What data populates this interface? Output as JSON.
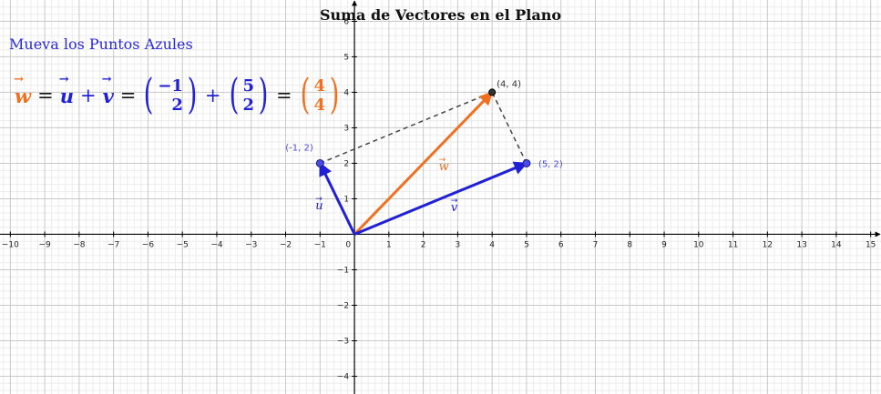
{
  "header": {
    "title": "Suma de Vectores en el Plano",
    "subtitle": "Mueva los Puntos Azules"
  },
  "formula": {
    "w_label": "w",
    "equals_1": "=",
    "u_label": "u",
    "plus_1": "+",
    "v_label": "v",
    "equals_2": "=",
    "u_components": [
      "−1",
      "2"
    ],
    "plus_2": "+",
    "v_components": [
      "5",
      "2"
    ],
    "equals_3": "=",
    "w_components": [
      "4",
      "4"
    ]
  },
  "graph": {
    "x_range": [
      -10.3,
      15.3
    ],
    "y_range": [
      -4.5,
      6.6
    ],
    "x_ticks": [
      -10,
      -9,
      -8,
      -7,
      -6,
      -5,
      -4,
      -3,
      -2,
      -1,
      0,
      1,
      2,
      3,
      4,
      5,
      6,
      7,
      8,
      9,
      10,
      11,
      12,
      13,
      14,
      15
    ],
    "y_ticks": [
      -4,
      -3,
      -2,
      -1,
      1,
      2,
      3,
      4,
      5,
      6
    ],
    "tick_labels_x": [
      "−10",
      "−9",
      "−8",
      "−7",
      "−6",
      "−5",
      "−4",
      "−3",
      "−2",
      "−1",
      "0",
      "1",
      "2",
      "3",
      "4",
      "5",
      "6",
      "7",
      "8",
      "9",
      "10",
      "11",
      "12",
      "13",
      "14",
      "15"
    ],
    "tick_labels_y": [
      "−4",
      "−3",
      "−2",
      "−1",
      "1",
      "2",
      "3",
      "4",
      "5",
      "6"
    ],
    "minor_grid_per_unit": 5,
    "grid": true,
    "colors": {
      "u": "#2020d8",
      "v": "#2020d8",
      "w": "#f07020",
      "dashed": "#444444",
      "point_blue": "#4a4ae6",
      "point_dark": "#333333",
      "grid_major": "#c8c8c8",
      "grid_minor": "#ececec",
      "axis": "#000000"
    },
    "points": {
      "u_tip": {
        "x": -1,
        "y": 2,
        "label": "(-1, 2)"
      },
      "v_tip": {
        "x": 5,
        "y": 2,
        "label": "(5, 2)"
      },
      "w_tip": {
        "x": 4,
        "y": 4,
        "label": "(4, 4)"
      }
    },
    "vector_labels": {
      "u": "u",
      "v": "v",
      "w": "w"
    }
  }
}
